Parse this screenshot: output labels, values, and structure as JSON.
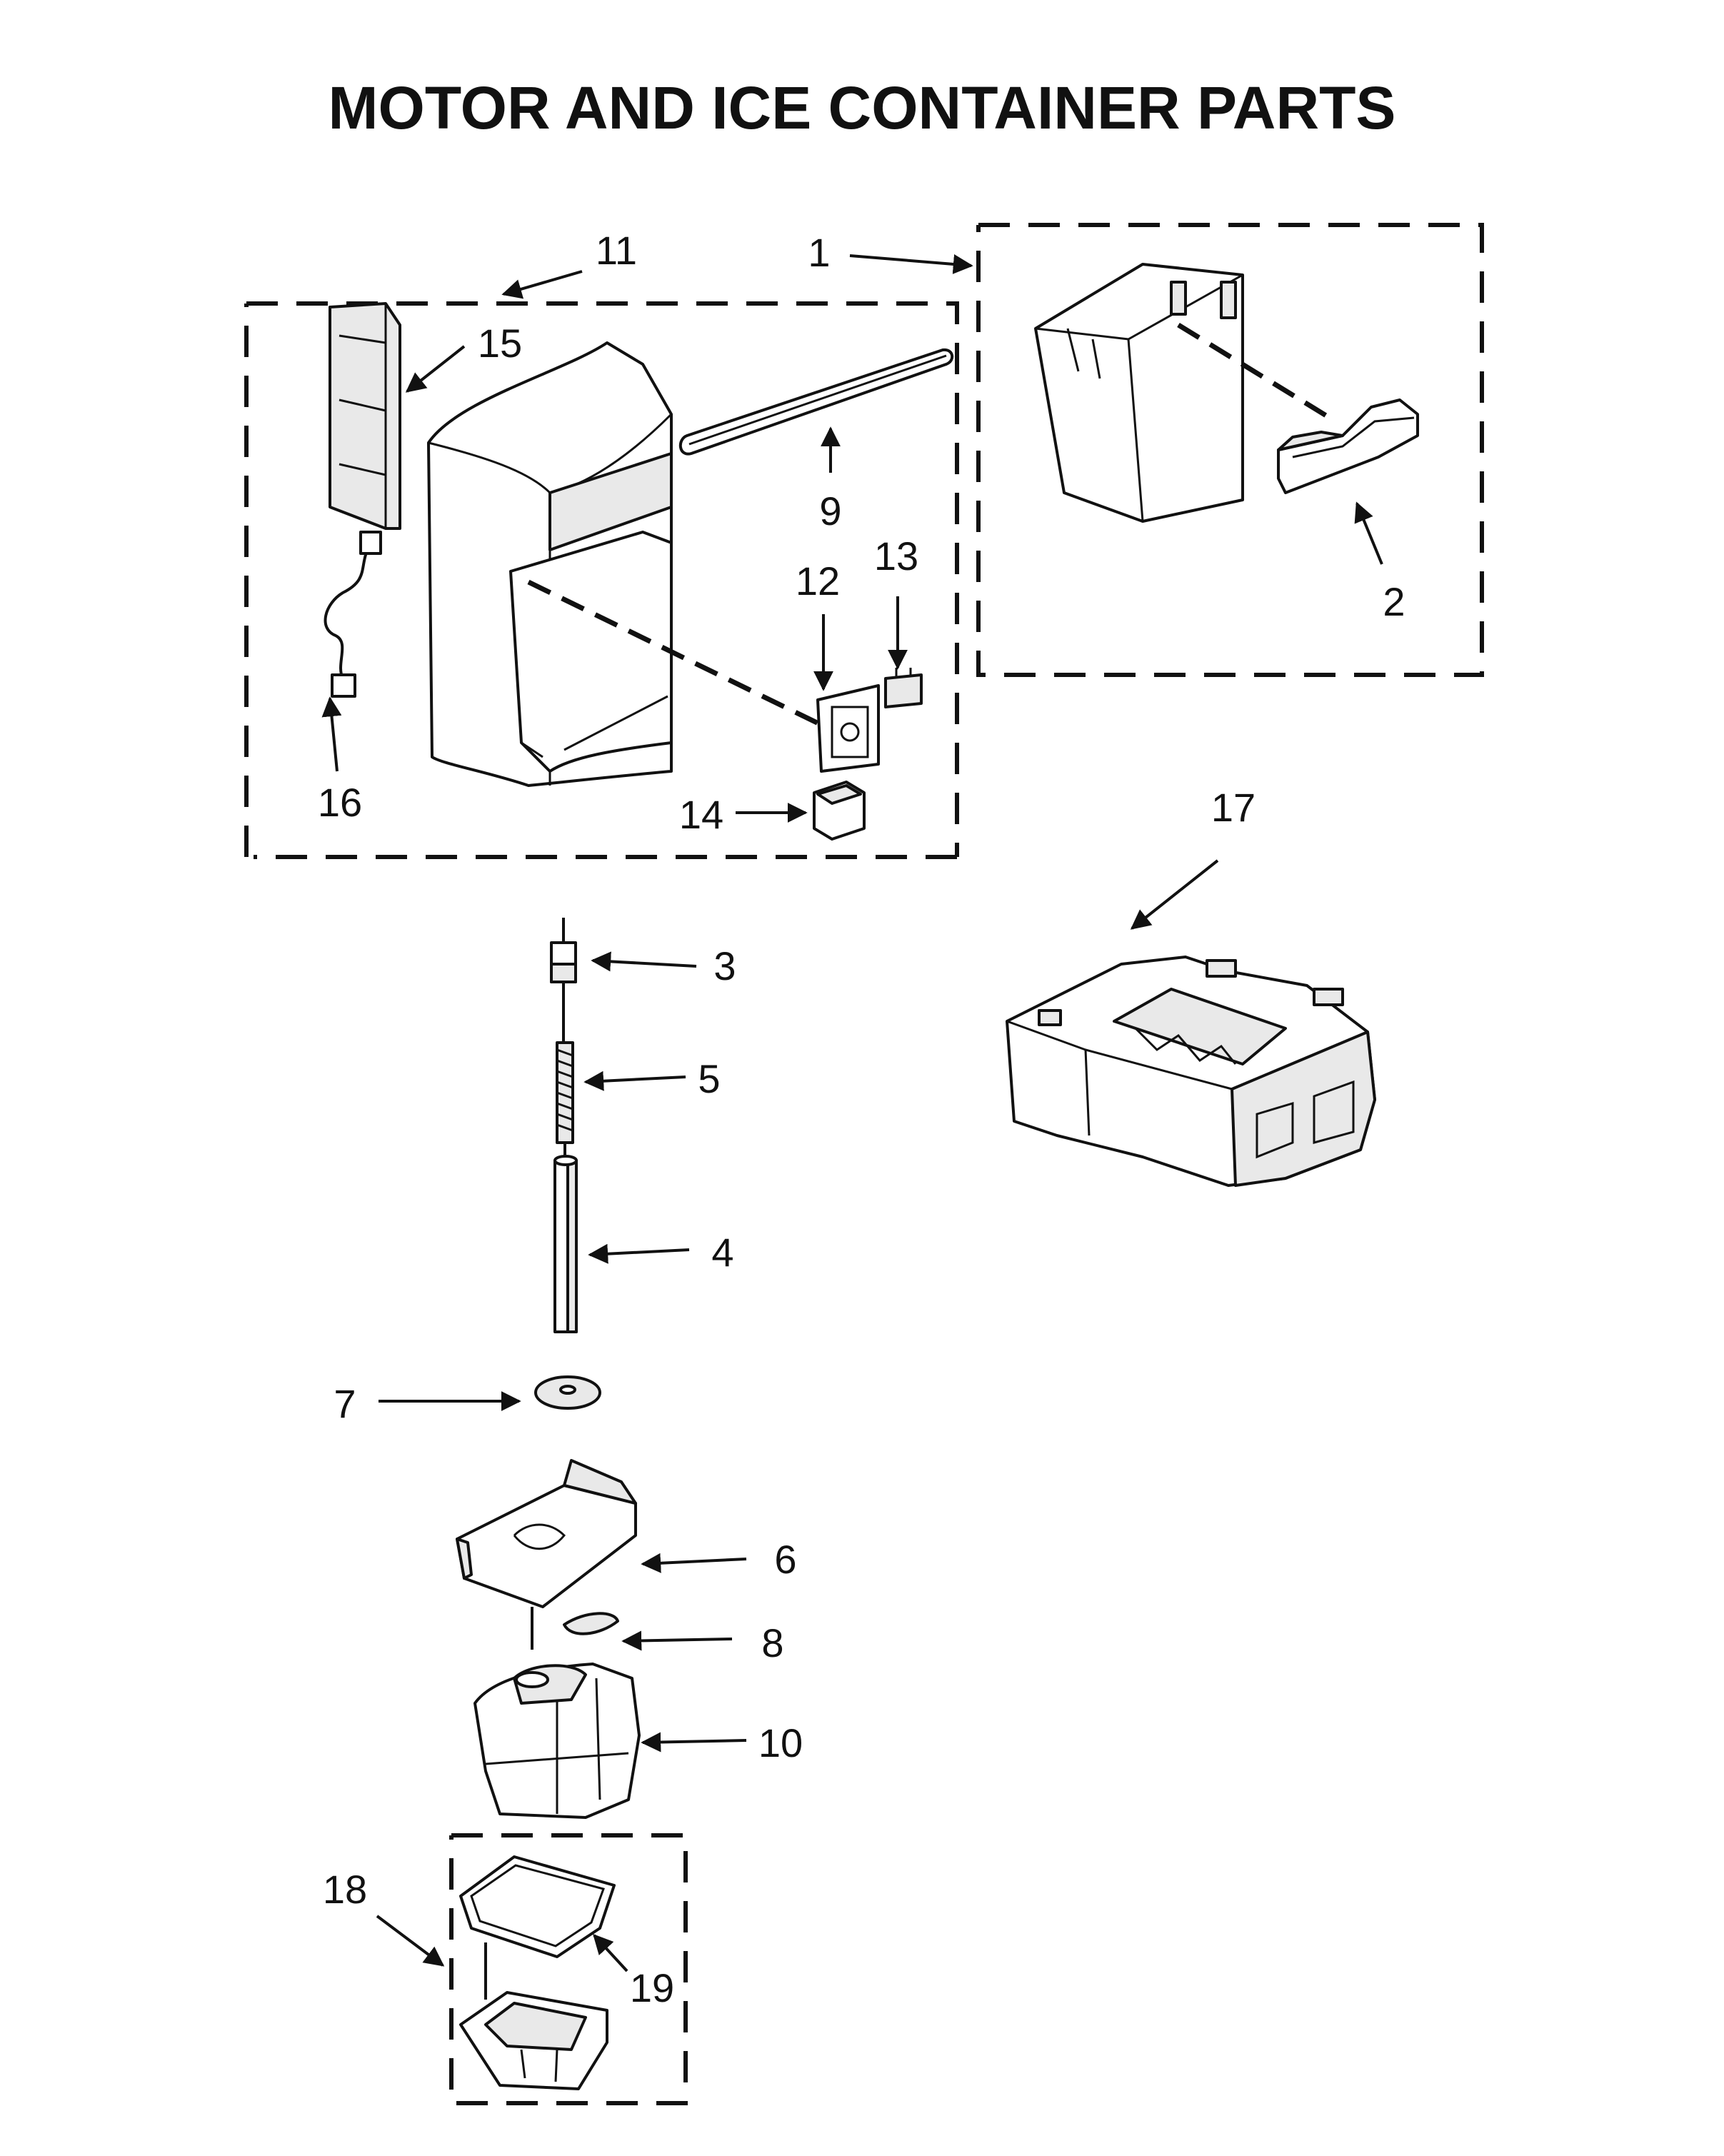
{
  "title": "MOTOR AND ICE CONTAINER PARTS",
  "callouts": {
    "c1": "1",
    "c2": "2",
    "c3": "3",
    "c4": "4",
    "c5": "5",
    "c6": "6",
    "c7": "7",
    "c8": "8",
    "c9": "9",
    "c10": "10",
    "c11": "11",
    "c12": "12",
    "c13": "13",
    "c14": "14",
    "c15": "15",
    "c16": "16",
    "c17": "17",
    "c18": "18",
    "c19": "19"
  },
  "colors": {
    "ink": "#111111",
    "background": "#ffffff",
    "shade": "#e9e9e9"
  }
}
